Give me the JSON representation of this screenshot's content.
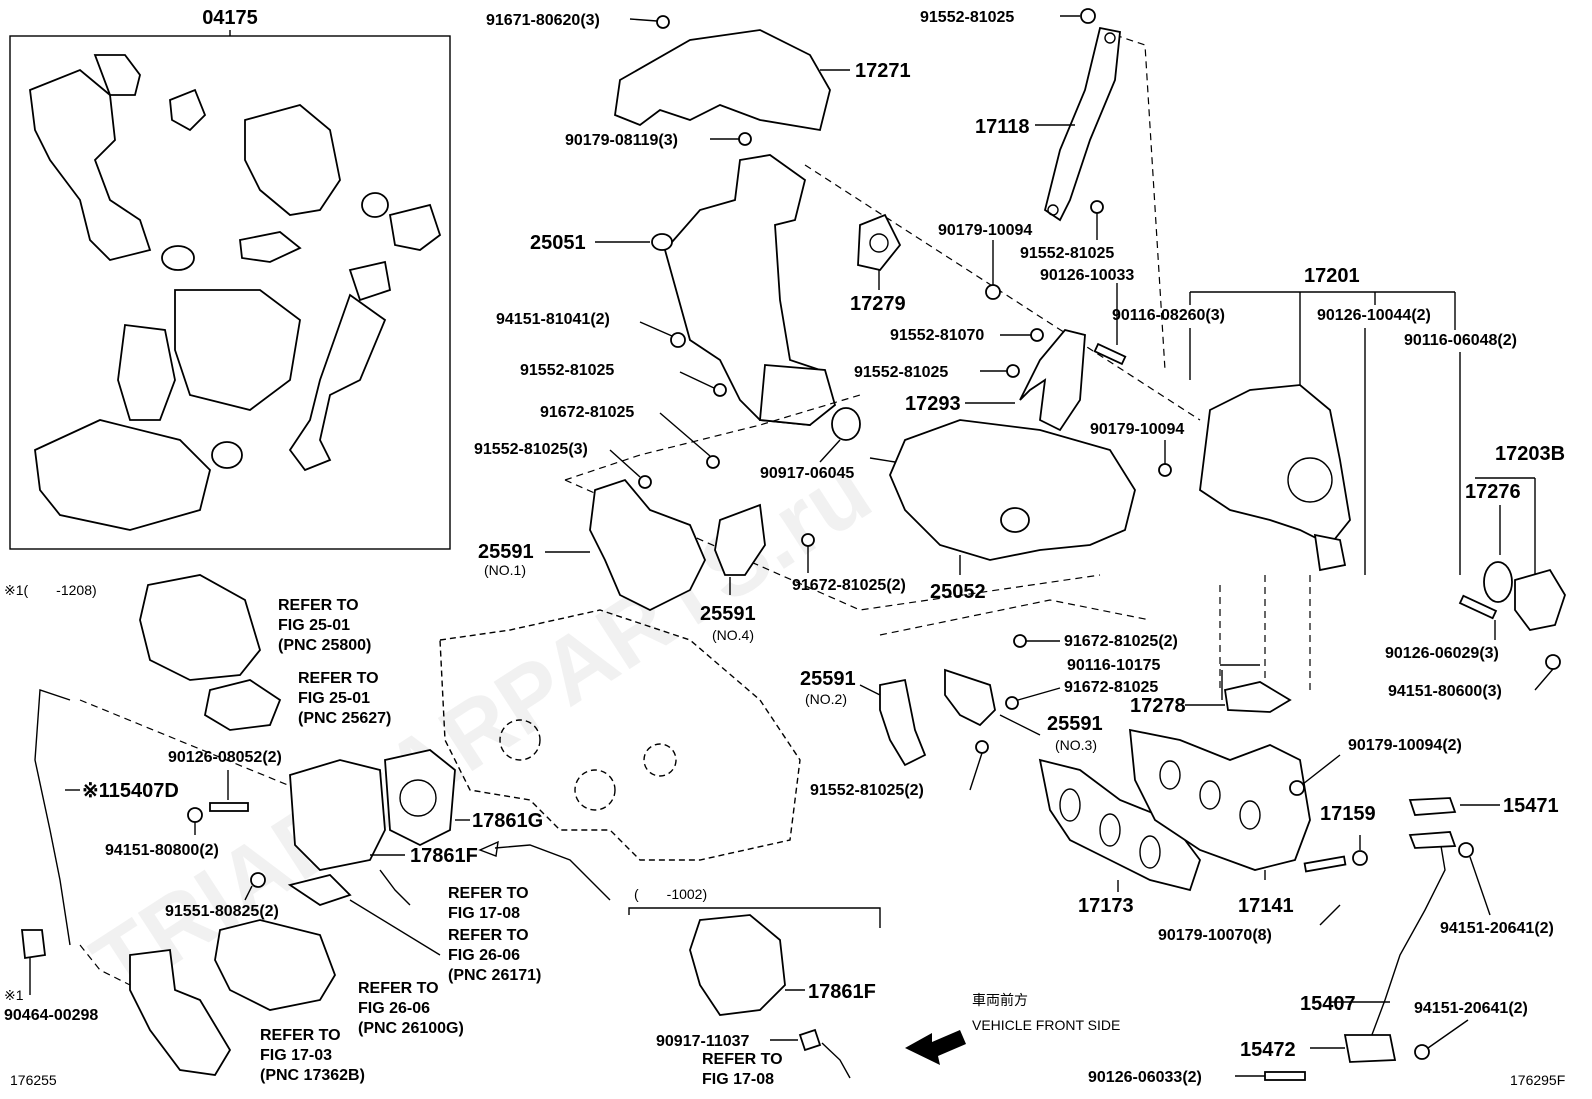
{
  "labels": {
    "p04175": "04175",
    "p91671": "91671-80620(3)",
    "p17271": "17271",
    "p90179_08119": "90179-08119(3)",
    "p25051": "25051",
    "p17279": "17279",
    "p94151_81041": "94151-81041(2)",
    "p91552_81025_a": "91552-81025",
    "p91672_81025_a": "91672-81025",
    "p91552_81025_3": "91552-81025(3)",
    "p90917_06045": "90917-06045",
    "p25591_1": "25591",
    "p25591_1s": "(NO.1)",
    "p91672_81025_2a": "91672-81025(2)",
    "p25591_4": "25591",
    "p25591_4s": "(NO.4)",
    "p25052": "25052",
    "p91552_81025_top": "91552-81025",
    "p17118": "17118",
    "p90179_10094_a": "90179-10094",
    "p91552_81025_b": "91552-81025",
    "p90126_10033": "90126-10033",
    "p91552_81070": "91552-81070",
    "p91552_81025_c": "91552-81025",
    "p17293": "17293",
    "p90179_10094_b": "90179-10094",
    "p17201": "17201",
    "p90116_08260": "90116-08260(3)",
    "p90126_10044": "90126-10044(2)",
    "p90116_06048": "90116-06048(2)",
    "p17203B": "17203B",
    "p17276": "17276",
    "p90126_06029": "90126-06029(3)",
    "p94151_80600": "94151-80600(3)",
    "p91672_81025_2b": "91672-81025(2)",
    "p90116_10175": "90116-10175",
    "p91672_81025_b": "91672-81025",
    "p17278": "17278",
    "p25591_2": "25591",
    "p25591_2s": "(NO.2)",
    "p25591_3": "25591",
    "p25591_3s": "(NO.3)",
    "p91552_81025_2": "91552-81025(2)",
    "p90179_10094_2": "90179-10094(2)",
    "p15471": "15471",
    "p17159": "17159",
    "p17173": "17173",
    "p17141": "17141",
    "p90179_10070": "90179-10070(8)",
    "p94151_20641_a": "94151-20641(2)",
    "p15407": "15407",
    "p94151_20641_b": "94151-20641(2)",
    "p15472": "15472",
    "p90126_06033": "90126-06033(2)",
    "note1_range": "※1(　　-1208)",
    "ref1_a": "REFER TO",
    "ref1_b": "FIG 25-01",
    "ref1_c": "(PNC 25800)",
    "ref2_a": "REFER TO",
    "ref2_b": "FIG 25-01",
    "ref2_c": "(PNC 25627)",
    "p90126_08052": "90126-08052(2)",
    "p15407D": "※115407D",
    "p94151_80800": "94151-80800(2)",
    "p17861G": "17861G",
    "p17861F_a": "17861F",
    "p91551_80825": "91551-80825(2)",
    "ref3_a": "REFER TO",
    "ref3_b": "FIG 17-08",
    "ref4_a": "REFER TO",
    "ref4_b": "FIG 26-06",
    "ref4_c": "(PNC 26171)",
    "ref5_a": "REFER TO",
    "ref5_b": "FIG 26-06",
    "ref5_c": "(PNC 26100G)",
    "ref6_a": "REFER TO",
    "ref6_b": "FIG 17-03",
    "ref6_c": "(PNC 17362B)",
    "note_star": "※1",
    "p90464_00298": "90464-00298",
    "range_1002": "(　　-1002)",
    "p17861F_b": "17861F",
    "p90917_11037": "90917-11037",
    "ref7_a": "REFER TO",
    "ref7_b": "FIG 17-08",
    "front_jp": "車両前方",
    "front_en": "VEHICLE FRONT SIDE",
    "code_left": "176255",
    "code_right": "176295F",
    "watermark": "TRIABCARPARTS.ru"
  }
}
